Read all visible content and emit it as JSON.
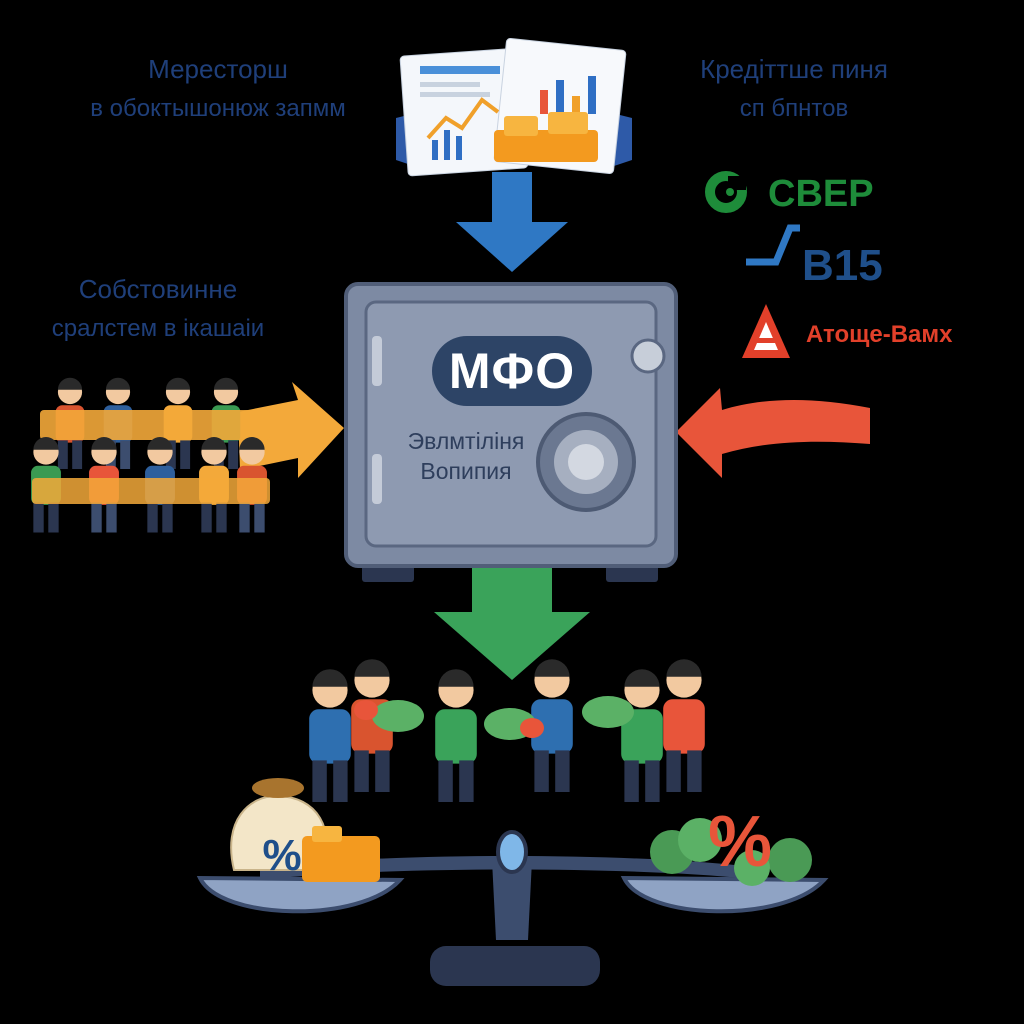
{
  "labels": {
    "top_left": [
      "Мересторш",
      "в обоктышонюж запмм"
    ],
    "top_right": [
      "Кредіттше пиня",
      "сп бпнтов"
    ],
    "left": [
      "Собстовинне",
      "сралстем в ікашаіи"
    ],
    "safe_badge": "МФО",
    "safe_text": [
      "Эвлмтіліня",
      "Вопипия"
    ],
    "scale_left_symbol": "%",
    "scale_right_symbol": "%"
  },
  "banks": [
    {
      "name": "СВЕР",
      "color": "#1e8c3a",
      "icon": "sber-ring-icon"
    },
    {
      "name": "В15",
      "color": "#1f4f8a",
      "icon": "vtb-stroke-icon"
    },
    {
      "name": "Атоще-Вамх",
      "color": "#e2402a",
      "icon": "alfa-triangle-icon"
    }
  ],
  "colors": {
    "arrow_top": "#2f78c4",
    "arrow_left": "#f3a93a",
    "arrow_right": "#e8553a",
    "arrow_bottom": "#3aa35a",
    "safe_body": "#7d8aa3",
    "safe_door": "#8e9ab1",
    "label_text": "#1f3f7a"
  }
}
